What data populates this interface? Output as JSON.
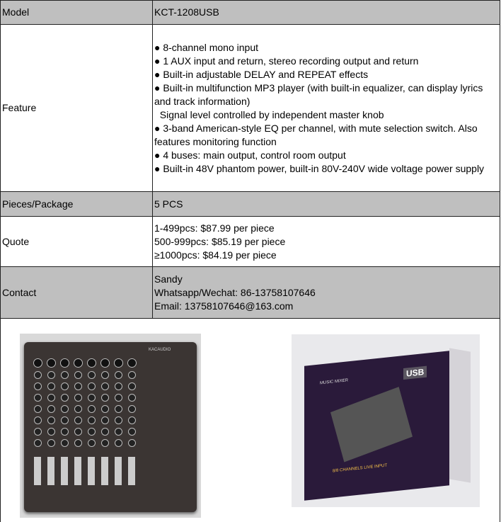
{
  "rows": [
    {
      "label": "Model",
      "value": "KCT-1208USB"
    },
    {
      "label": "Feature",
      "lines": [
        "● 8-channel mono input",
        "● 1 AUX input and return, stereo recording output and return",
        "● Built-in adjustable DELAY and REPEAT effects",
        "● Built-in multifunction MP3 player (with built-in equalizer, can display lyrics and track information)",
        "  Signal level controlled by independent master knob",
        "● 3-band American-style EQ per channel, with mute selection switch. Also features monitoring function",
        "● 4 buses: main output, control room output",
        "● Built-in 48V phantom power, built-in 80V-240V wide voltage power supply"
      ]
    },
    {
      "label": "Pieces/Package",
      "value": "5 PCS"
    },
    {
      "label": "Quote",
      "lines": [
        "1-499pcs: $87.99 per piece",
        "500-999pcs: $85.19 per piece",
        "≥1000pcs: $84.19 per piece"
      ]
    },
    {
      "label": "Contact",
      "lines": [
        "Sandy",
        "Whatsapp/Wechat: 86-13758107646",
        "Email: 13758107646@163.com"
      ]
    }
  ],
  "images": {
    "mixer_brand": "KACAUDIO",
    "box_usb": "USB",
    "box_title": "MUSIC MIXER",
    "box_label": "8/8 CHANNELS LIVE INPUT"
  },
  "colors": {
    "row_gray": "#bfbfbf",
    "border": "#222222"
  }
}
